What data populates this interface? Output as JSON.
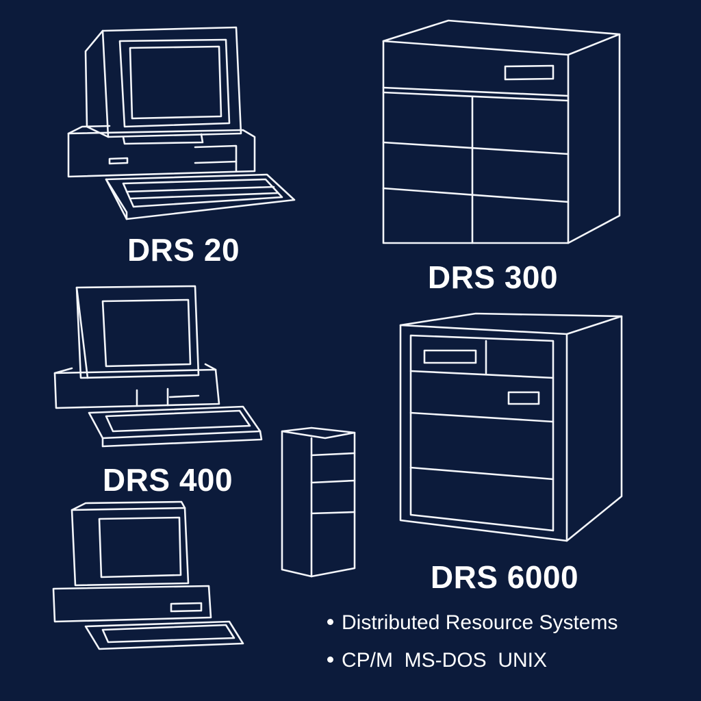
{
  "labels": {
    "drs20": "DRS 20",
    "drs300": "DRS 300",
    "drs400": "DRS 400",
    "drs6000": "DRS 6000"
  },
  "bullets": [
    "Distributed Resource Systems",
    "CP/M  MS-DOS  UNIX"
  ],
  "colors": {
    "background": "#0c1b3b",
    "line": "#f4f6fa"
  }
}
